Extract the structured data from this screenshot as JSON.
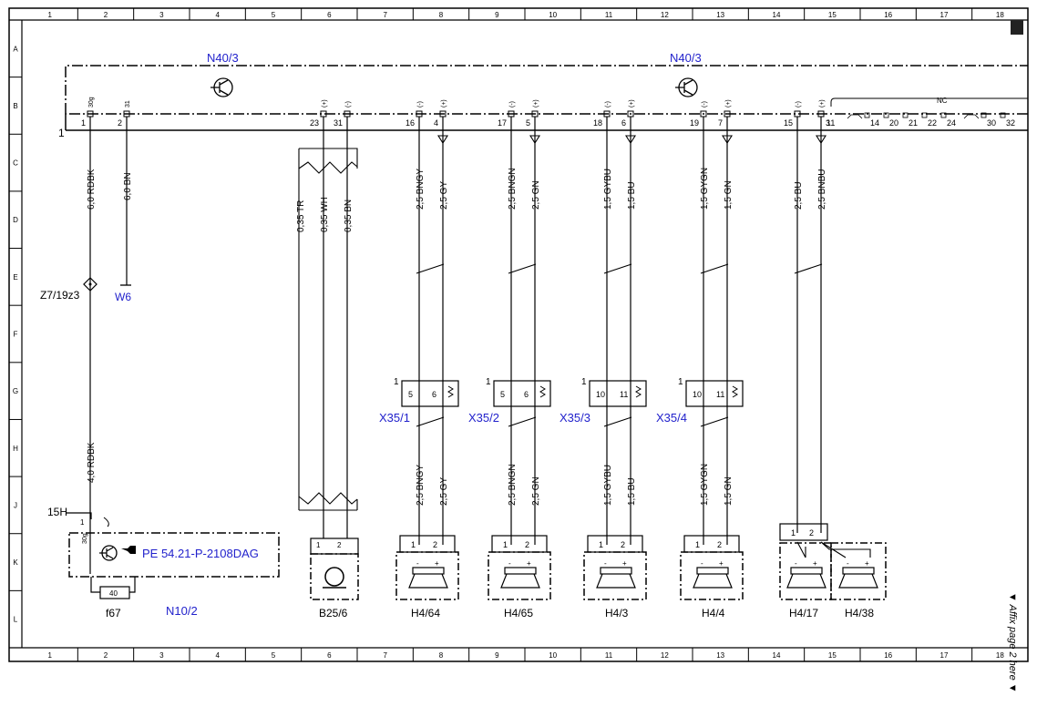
{
  "colors": {
    "ink": "#000000",
    "label_blue": "#2222cc",
    "grid_line": "#000000"
  },
  "grid": {
    "columns": [
      "1",
      "2",
      "3",
      "4",
      "5",
      "6",
      "7",
      "8",
      "9",
      "10",
      "11",
      "12",
      "13",
      "14",
      "15",
      "16",
      "17",
      "18"
    ],
    "rows": [
      "A",
      "B",
      "C",
      "D",
      "E",
      "F",
      "G",
      "H",
      "J",
      "K",
      "L"
    ]
  },
  "labels": {
    "n40_left": "N40/3",
    "n40_right": "N40/3",
    "ground_ref": "1",
    "nc": "NC",
    "z7": "Z7/19z3",
    "w6": "W6",
    "k15h": "15H",
    "pe_ref": "PE 54.21-P-2108DAG",
    "f67": "f67",
    "fuse_num": "40",
    "n10": "N10/2",
    "b25": "B25/6",
    "x35_1": "X35/1",
    "x35_2": "X35/2",
    "x35_3": "X35/3",
    "x35_4": "X35/4",
    "h4_64": "H4/64",
    "h4_65": "H4/65",
    "h4_3": "H4/3",
    "h4_4": "H4/4",
    "h4_17": "H4/17",
    "h4_38": "H4/38",
    "affix": "▼ Affix page 2 here ▼",
    "x35_ref": "1",
    "n10_pin": "1",
    "n10_term": "30g"
  },
  "pins": {
    "p1": "1",
    "p2": "2",
    "p23": "23",
    "p31": "31",
    "p16": "16",
    "p4": "4",
    "p17": "17",
    "p5": "5",
    "p18": "18",
    "p6": "6",
    "p19": "19",
    "p7": "7",
    "p15": "15",
    "p3": "3",
    "p11": "11",
    "nc_pins": [
      "14",
      "20",
      "21",
      "22",
      "24",
      "30",
      "32"
    ],
    "t30g": "30g",
    "t31": "31",
    "plus": "(+)",
    "minus": "(-)"
  },
  "wires": {
    "w_rdbk6": "6,0 RDBK",
    "w_bn6": "6,0 BN",
    "w_tr": "0,35 TR",
    "w_wh": "0,35 WH",
    "w_bn035": "0,35 BN",
    "w_bngy": "2,5 BNGY",
    "w_gy": "2,5 GY",
    "w_bngn": "2,5 BNGN",
    "w_gn": "2,5 GN",
    "w_gybu": "1,5 GYBU",
    "w_bu15": "1,5 BU",
    "w_gygn": "1,5 GYGN",
    "w_gn15": "1,5 GN",
    "w_bu25": "2,5 BU",
    "w_bnbu": "2,5 BNBU",
    "w_rdbk4": "4,0 RDBK"
  },
  "connectors": {
    "x35_1": [
      "5",
      "6"
    ],
    "x35_2": [
      "5",
      "6"
    ],
    "x35_3": [
      "10",
      "11"
    ],
    "x35_4": [
      "10",
      "11"
    ],
    "speaker_pins": [
      "1",
      "2"
    ],
    "plus": "+",
    "minus": "-"
  }
}
